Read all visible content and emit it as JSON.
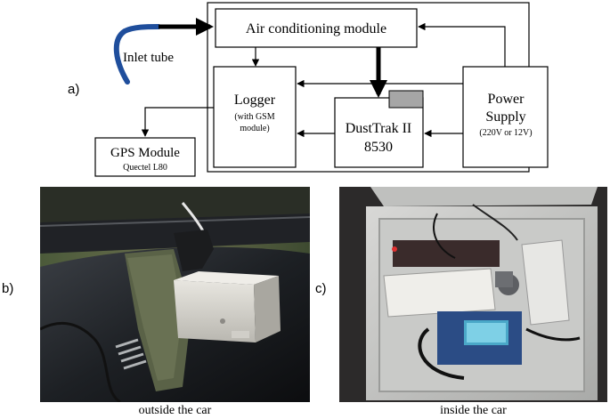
{
  "panels": {
    "a": "a)",
    "b": "b)",
    "c": "c)"
  },
  "diagram": {
    "air_conditioning": "Air conditioning module",
    "inlet_tube": "Inlet tube",
    "logger_title": "Logger",
    "logger_sub1": "(with GSM",
    "logger_sub2": "module)",
    "dusttrak_title": "DustTrak II",
    "dusttrak_model": "8530",
    "power_title1": "Power",
    "power_title2": "Supply",
    "power_sub": "(220V or 12V)",
    "gps_title": "GPS Module",
    "gps_sub": "Quectel L80"
  },
  "photos": {
    "outside_caption": "outside the car",
    "inside_caption": "inside the car"
  },
  "colors": {
    "inlet_tube": "#1f4e9c",
    "sensor_block": "#a6a6a6"
  }
}
